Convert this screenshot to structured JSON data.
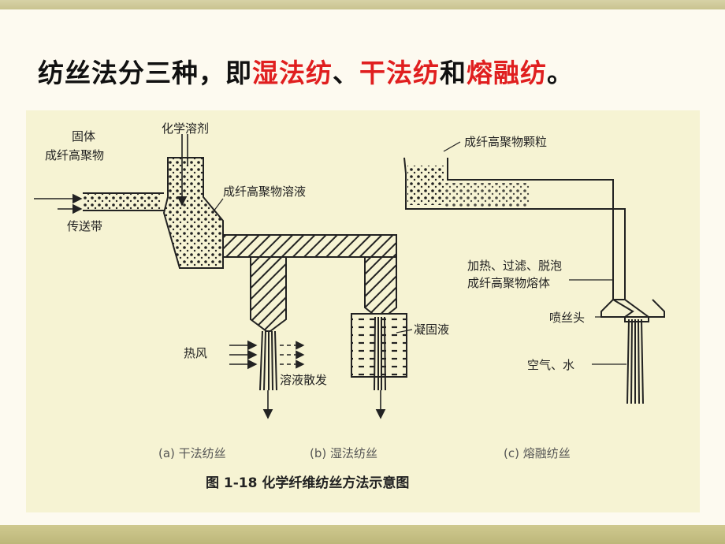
{
  "slide": {
    "heading": {
      "prefix": "纺丝法分三种，即",
      "term1": "湿法纺",
      "sep1": "、",
      "term2": "干法纺",
      "sep2": "和",
      "term3": "熔融纺",
      "suffix": "。"
    },
    "accent_color": "#e01f1f"
  },
  "figure": {
    "labels": {
      "solid_line1": "固体",
      "solid_line2": "成纤高聚物",
      "solvent": "化学溶剂",
      "conveyor": "传送带",
      "polymer_solution": "成纤高聚物溶液",
      "hot_air": "热风",
      "evaporation": "溶液散发",
      "coagulation_bath": "凝固液",
      "granules": "成纤高聚物颗粒",
      "melt_line1": "加热、过滤、脱泡",
      "melt_line2": "成纤高聚物熔体",
      "spinneret": "喷丝头",
      "air_water": "空气、水"
    },
    "subcaptions": {
      "a": "(a) 干法纺丝",
      "b": "(b) 湿法纺丝",
      "c": "(c) 熔融纺丝"
    },
    "caption": "图 1-18   化学纤维纺丝方法示意图"
  }
}
